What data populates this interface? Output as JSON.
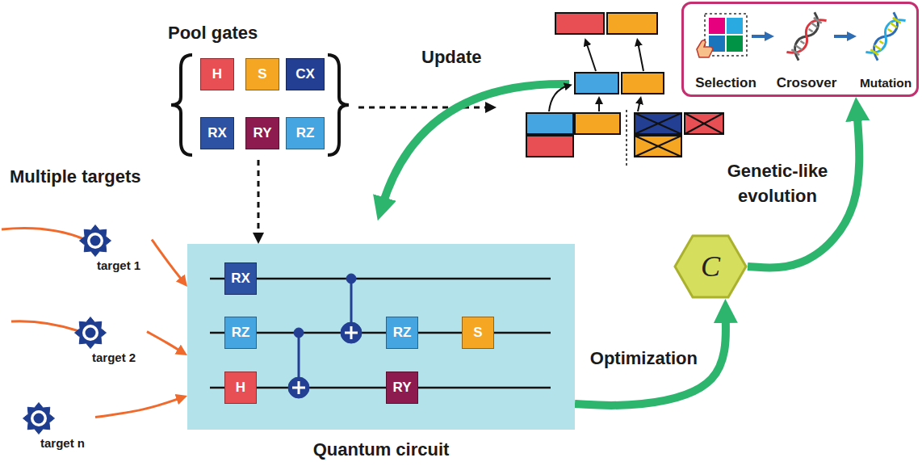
{
  "diagram": {
    "nodes": [
      {
        "text": [
          "Pool gates"
        ]
      },
      {
        "text": [
          "H"
        ],
        "in": 0
      },
      {
        "text": [
          "S"
        ],
        "in": 0
      },
      {
        "text": [
          "CX"
        ],
        "in": 0
      },
      {
        "text": [
          "RX"
        ],
        "in": 0
      },
      {
        "text": [
          "RY"
        ],
        "in": 0
      },
      {
        "text": [
          "RZ"
        ],
        "in": 0
      },
      {
        "text": [
          "Selection",
          "Crosover",
          "Mutation"
        ]
      },
      {
        "text": [
          "target 1"
        ]
      },
      {
        "text": [
          "target 2"
        ]
      },
      {
        "text": [
          "target n"
        ]
      },
      {
        "text": [
          "Quantum circuit"
        ]
      },
      {
        "text": [
          "RX"
        ],
        "in": 11
      },
      {
        "text": [
          "RZ"
        ],
        "in": 11
      },
      {
        "text": [
          "H"
        ],
        "in": 11
      },
      {
        "text": [
          "RZ"
        ],
        "in": 11
      },
      {
        "text": [
          "S"
        ],
        "in": 11
      },
      {
        "text": [
          "RY"
        ],
        "in": 11
      },
      {
        "text": [
          "C"
        ]
      }
    ],
    "edges": [
      {
        "from": 0,
        "to": 11,
        "arrow": "to"
      },
      {
        "from": 8,
        "to": 11,
        "arrow": "to"
      },
      {
        "from": 9,
        "to": 11,
        "arrow": "to"
      },
      {
        "from": 10,
        "to": 11,
        "arrow": "to"
      },
      {
        "from": 11,
        "to": 18,
        "arrow": "to",
        "label": "Optimization"
      },
      {
        "from": 18,
        "to": 7,
        "arrow": "to",
        "label": "Genetic-like evolution"
      }
    ],
    "labels": [
      "Update",
      "Multiple targets"
    ]
  }
}
